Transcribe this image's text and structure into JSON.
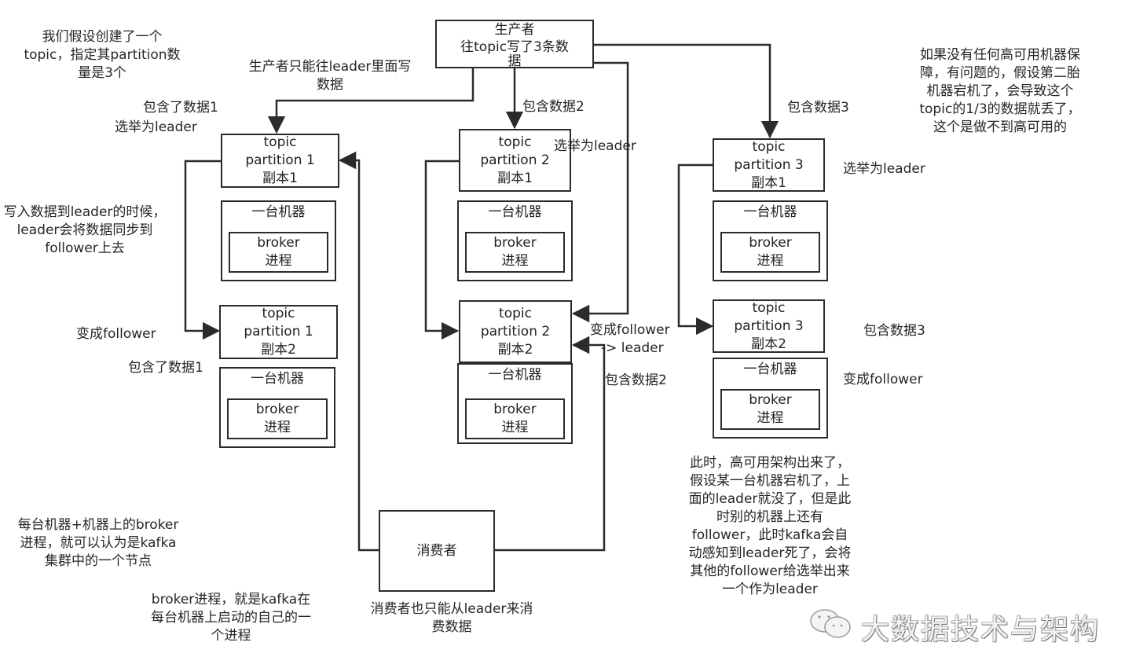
{
  "producer": {
    "lines": [
      "生产者",
      "往topic写了3条数",
      "据"
    ]
  },
  "consumer": {
    "label": "消费者"
  },
  "partitions": [
    {
      "id": "p1-r1",
      "lines": [
        "topic",
        "partition 1",
        "副本1"
      ],
      "machine": "一台机器",
      "broker": [
        "broker",
        "进程"
      ]
    },
    {
      "id": "p1-r2",
      "lines": [
        "topic",
        "partition 1",
        "副本2"
      ],
      "machine": "一台机器",
      "broker": [
        "broker",
        "进程"
      ]
    },
    {
      "id": "p2-r1",
      "lines": [
        "topic",
        "partition 2",
        "副本1"
      ],
      "machine": "一台机器",
      "broker": [
        "broker",
        "进程"
      ]
    },
    {
      "id": "p2-r2",
      "lines": [
        "topic",
        "partition 2",
        "副本2"
      ],
      "machine": "一台机器",
      "broker": [
        "broker",
        "进程"
      ]
    },
    {
      "id": "p3-r1",
      "lines": [
        "topic",
        "partition 3",
        "副本1"
      ],
      "machine": "一台机器",
      "broker": [
        "broker",
        "进程"
      ]
    },
    {
      "id": "p3-r2",
      "lines": [
        "topic",
        "partition 3",
        "副本2"
      ],
      "machine": "一台机器",
      "broker": [
        "broker",
        "进程"
      ]
    }
  ],
  "notes": {
    "create_topic": [
      "我们假设创建了一个",
      "topic，指定其partition数",
      "量是3个"
    ],
    "producer_only_leader": [
      "生产者只能往leader里面写",
      "数据"
    ],
    "contains_data1_top": "包含了数据1",
    "elected_leader_1": "选举为leader",
    "contains_data2_top": "包含数据2",
    "elected_leader_2": "选举为leader",
    "contains_data3_top": "包含数据3",
    "elected_leader_3": "选举为leader",
    "no_ha": [
      "如果没有任何高可用机器保",
      "障，有问题的，假设第二胎",
      "机器宕机了，会导致这个",
      "topic的1/3的数据就丢了，",
      "这个是做不到高可用的"
    ],
    "sync_to_follower": [
      "写入数据到leader的时候，",
      "leader会将数据同步到",
      "follower上去"
    ],
    "become_follower_1": "变成follower",
    "contains_data1_bottom": "包含了数据1",
    "follower_to_leader": [
      "变成follower",
      "-> leader"
    ],
    "contains_data2_bottom": "包含数据2",
    "contains_data3_bottom": "包含数据3",
    "become_follower_3": "变成follower",
    "node_definition": [
      "每台机器+机器上的broker",
      "进程，就可以认为是kafka",
      "集群中的一个节点"
    ],
    "broker_definition": [
      "broker进程，就是kafka在",
      "每台机器上启动的自己的一",
      "个进程"
    ],
    "consumer_only_leader": [
      "消费者也只能从leader来消",
      "费数据"
    ],
    "ha_explanation": [
      "此时，高可用架构出来了，",
      "假设某一台机器宕机了，上",
      "面的leader就没了，但是此",
      "时别的机器上还有",
      "follower，此时kafka会自",
      "动感知到leader死了，会将",
      "其他的follower给选举出来",
      "一个作为leader"
    ]
  },
  "watermark": {
    "text": "大数据技术与架构",
    "icon": "wechat-icon"
  },
  "colors": {
    "line": "#2b2b2b",
    "text": "#262626",
    "background": "#ffffff"
  }
}
